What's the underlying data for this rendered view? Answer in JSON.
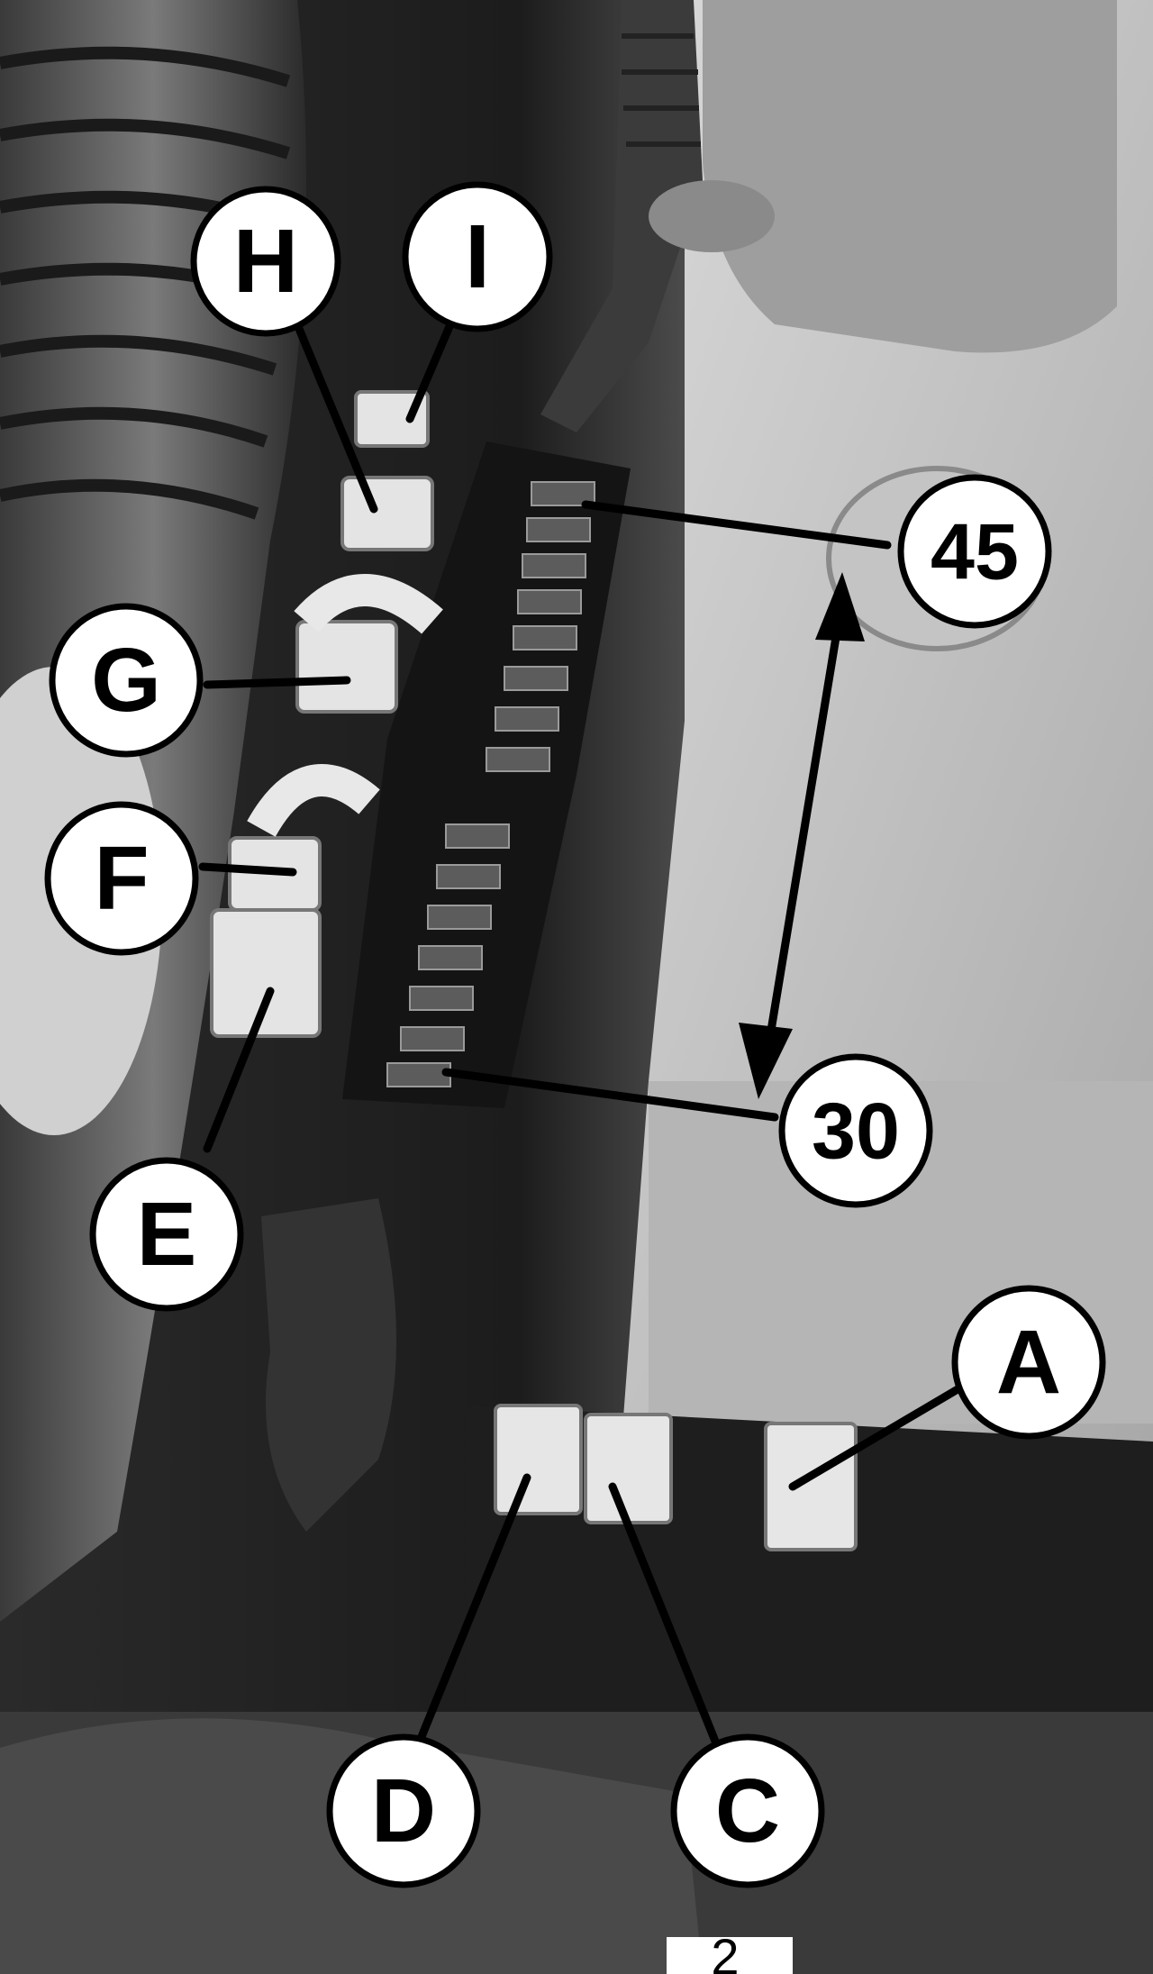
{
  "callouts": {
    "H": "H",
    "I": "I",
    "num_45": "45",
    "G": "G",
    "F": "F",
    "E": "E",
    "num_30": "30",
    "A": "A",
    "D": "D",
    "C": "C"
  },
  "corner_mark": "2"
}
